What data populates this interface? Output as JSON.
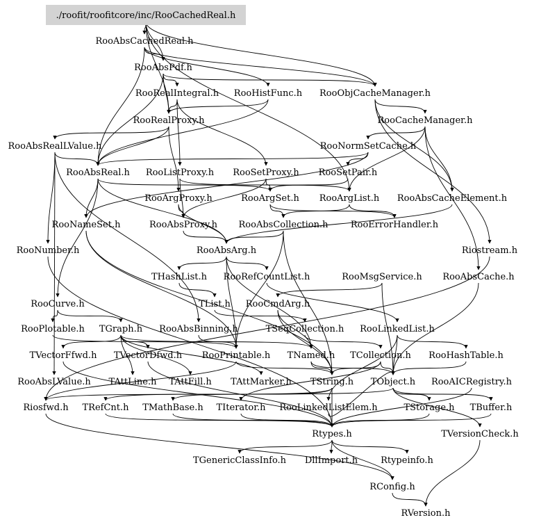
{
  "root": "./roofit/roofitcore/inc/RooCachedReal.h",
  "nodes": [
    {
      "id": "RooAbsCachedReal",
      "label": "RooAbsCachedReal.h"
    },
    {
      "id": "RooAbsPdf",
      "label": "RooAbsPdf.h"
    },
    {
      "id": "RooRealIntegral",
      "label": "RooRealIntegral.h"
    },
    {
      "id": "RooHistFunc",
      "label": "RooHistFunc.h"
    },
    {
      "id": "RooObjCacheManager",
      "label": "RooObjCacheManager.h"
    },
    {
      "id": "RooRealProxy",
      "label": "RooRealProxy.h"
    },
    {
      "id": "RooCacheManager",
      "label": "RooCacheManager.h"
    },
    {
      "id": "RooAbsRealLValue",
      "label": "RooAbsRealLValue.h"
    },
    {
      "id": "RooNormSetCache",
      "label": "RooNormSetCache.h"
    },
    {
      "id": "RooAbsReal",
      "label": "RooAbsReal.h"
    },
    {
      "id": "RooListProxy",
      "label": "RooListProxy.h"
    },
    {
      "id": "RooSetProxy",
      "label": "RooSetProxy.h"
    },
    {
      "id": "RooSetPair",
      "label": "RooSetPair.h"
    },
    {
      "id": "RooArgProxy",
      "label": "RooArgProxy.h"
    },
    {
      "id": "RooArgSet",
      "label": "RooArgSet.h"
    },
    {
      "id": "RooArgList",
      "label": "RooArgList.h"
    },
    {
      "id": "RooAbsCacheElement",
      "label": "RooAbsCacheElement.h"
    },
    {
      "id": "RooNameSet",
      "label": "RooNameSet.h"
    },
    {
      "id": "RooAbsProxy",
      "label": "RooAbsProxy.h"
    },
    {
      "id": "RooAbsCollection",
      "label": "RooAbsCollection.h"
    },
    {
      "id": "RooErrorHandler",
      "label": "RooErrorHandler.h"
    },
    {
      "id": "RooNumber",
      "label": "RooNumber.h"
    },
    {
      "id": "RooAbsArg",
      "label": "RooAbsArg.h"
    },
    {
      "id": "Riostream",
      "label": "Riostream.h"
    },
    {
      "id": "THashList",
      "label": "THashList.h"
    },
    {
      "id": "RooRefCountList",
      "label": "RooRefCountList.h"
    },
    {
      "id": "RooMsgService",
      "label": "RooMsgService.h"
    },
    {
      "id": "RooAbsCache",
      "label": "RooAbsCache.h"
    },
    {
      "id": "RooCurve",
      "label": "RooCurve.h"
    },
    {
      "id": "TList",
      "label": "TList.h"
    },
    {
      "id": "RooCmdArg",
      "label": "RooCmdArg.h"
    },
    {
      "id": "RooPlotable",
      "label": "RooPlotable.h"
    },
    {
      "id": "TGraph",
      "label": "TGraph.h"
    },
    {
      "id": "RooAbsBinning",
      "label": "RooAbsBinning.h"
    },
    {
      "id": "TSeqCollection",
      "label": "TSeqCollection.h"
    },
    {
      "id": "RooLinkedList",
      "label": "RooLinkedList.h"
    },
    {
      "id": "TVectorFfwd",
      "label": "TVectorFfwd.h"
    },
    {
      "id": "TVectorDfwd",
      "label": "TVectorDfwd.h"
    },
    {
      "id": "RooPrintable",
      "label": "RooPrintable.h"
    },
    {
      "id": "TNamed",
      "label": "TNamed.h"
    },
    {
      "id": "TCollection",
      "label": "TCollection.h"
    },
    {
      "id": "RooHashTable",
      "label": "RooHashTable.h"
    },
    {
      "id": "RooAbsLValue",
      "label": "RooAbsLValue.h"
    },
    {
      "id": "TAttLine",
      "label": "TAttLine.h"
    },
    {
      "id": "TAttFill",
      "label": "TAttFill.h"
    },
    {
      "id": "TAttMarker",
      "label": "TAttMarker.h"
    },
    {
      "id": "TString",
      "label": "TString.h"
    },
    {
      "id": "TObject",
      "label": "TObject.h"
    },
    {
      "id": "RooAICRegistry",
      "label": "RooAICRegistry.h"
    },
    {
      "id": "Riosfwd",
      "label": "Riosfwd.h"
    },
    {
      "id": "TRefCnt",
      "label": "TRefCnt.h"
    },
    {
      "id": "TMathBase",
      "label": "TMathBase.h"
    },
    {
      "id": "TIterator",
      "label": "TIterator.h"
    },
    {
      "id": "RooLinkedListElem",
      "label": "RooLinkedListElem.h"
    },
    {
      "id": "TStorage",
      "label": "TStorage.h"
    },
    {
      "id": "TBuffer",
      "label": "TBuffer.h"
    },
    {
      "id": "Rtypes",
      "label": "Rtypes.h"
    },
    {
      "id": "TVersionCheck",
      "label": "TVersionCheck.h"
    },
    {
      "id": "TGenericClassInfo",
      "label": "TGenericClassInfo.h"
    },
    {
      "id": "DllImport",
      "label": "DllImport.h"
    },
    {
      "id": "Rtypeinfo",
      "label": "Rtypeinfo.h"
    },
    {
      "id": "RConfig",
      "label": "RConfig.h"
    },
    {
      "id": "RVersion",
      "label": "RVersion.h"
    }
  ],
  "edges": [
    [
      "root",
      "RooAbsCachedReal"
    ],
    [
      "root",
      "RooAbsPdf"
    ],
    [
      "root",
      "RooRealProxy"
    ],
    [
      "root",
      "RooObjCacheManager"
    ],
    [
      "root",
      "RooArgList"
    ],
    [
      "RooAbsCachedReal",
      "RooAbsPdf"
    ],
    [
      "RooAbsCachedReal",
      "RooObjCacheManager"
    ],
    [
      "RooAbsCachedReal",
      "RooAbsReal"
    ],
    [
      "RooAbsCachedReal",
      "RooHistFunc"
    ],
    [
      "RooAbsPdf",
      "RooRealIntegral"
    ],
    [
      "RooAbsPdf",
      "RooObjCacheManager"
    ],
    [
      "RooAbsPdf",
      "RooAbsReal"
    ],
    [
      "RooAbsPdf",
      "RooRealProxy"
    ],
    [
      "RooRealIntegral",
      "RooRealProxy"
    ],
    [
      "RooRealIntegral",
      "RooListProxy"
    ],
    [
      "RooRealIntegral",
      "RooSetProxy"
    ],
    [
      "RooHistFunc",
      "RooRealProxy"
    ],
    [
      "RooHistFunc",
      "RooAbsReal"
    ],
    [
      "RooObjCacheManager",
      "RooCacheManager"
    ],
    [
      "RooObjCacheManager",
      "RooAbsCacheElement"
    ],
    [
      "RooObjCacheManager",
      "Riostream"
    ],
    [
      "RooRealProxy",
      "RooAbsRealLValue"
    ],
    [
      "RooRealProxy",
      "RooAbsReal"
    ],
    [
      "RooRealProxy",
      "RooArgProxy"
    ],
    [
      "RooCacheManager",
      "RooNormSetCache"
    ],
    [
      "RooCacheManager",
      "RooAbsCache"
    ],
    [
      "RooCacheManager",
      "RooAbsCacheElement"
    ],
    [
      "RooCacheManager",
      "RooArgList"
    ],
    [
      "RooAbsRealLValue",
      "RooAbsReal"
    ],
    [
      "RooAbsRealLValue",
      "RooNumber"
    ],
    [
      "RooAbsRealLValue",
      "RooAbsLValue"
    ],
    [
      "RooAbsRealLValue",
      "RooAbsBinning"
    ],
    [
      "RooNormSetCache",
      "RooSetPair"
    ],
    [
      "RooNormSetCache",
      "RooAbsReal"
    ],
    [
      "RooNormSetCache",
      "RooNameSet"
    ],
    [
      "RooAbsReal",
      "RooAbsArg"
    ],
    [
      "RooAbsReal",
      "RooCurve"
    ],
    [
      "RooAbsReal",
      "RooArgSet"
    ],
    [
      "RooAbsReal",
      "RooNameSet"
    ],
    [
      "RooListProxy",
      "RooArgList"
    ],
    [
      "RooListProxy",
      "RooAbsProxy"
    ],
    [
      "RooSetProxy",
      "RooArgSet"
    ],
    [
      "RooSetProxy",
      "RooAbsProxy"
    ],
    [
      "RooSetPair",
      "RooArgSet"
    ],
    [
      "RooArgProxy",
      "RooAbsProxy"
    ],
    [
      "RooArgProxy",
      "RooAbsArg"
    ],
    [
      "RooArgSet",
      "RooAbsCollection"
    ],
    [
      "RooArgSet",
      "RooErrorHandler"
    ],
    [
      "RooArgList",
      "RooAbsCollection"
    ],
    [
      "RooArgList",
      "RooErrorHandler"
    ],
    [
      "RooAbsCacheElement",
      "RooAbsArg"
    ],
    [
      "RooNameSet",
      "RooPrintable"
    ],
    [
      "RooNameSet",
      "TString"
    ],
    [
      "RooAbsProxy",
      "RooAbsArg"
    ],
    [
      "RooAbsCollection",
      "RooAbsArg"
    ],
    [
      "RooAbsCollection",
      "RooPrintable"
    ],
    [
      "RooAbsCollection",
      "TString"
    ],
    [
      "RooNumber",
      "Rtypes"
    ],
    [
      "RooAbsArg",
      "THashList"
    ],
    [
      "RooAbsArg",
      "RooRefCountList"
    ],
    [
      "RooAbsArg",
      "RooPrintable"
    ],
    [
      "RooAbsArg",
      "TNamed"
    ],
    [
      "Riostream",
      "Riosfwd"
    ],
    [
      "THashList",
      "TList"
    ],
    [
      "RooRefCountList",
      "RooLinkedList"
    ],
    [
      "RooMsgService",
      "RooCmdArg"
    ],
    [
      "RooMsgService",
      "TObject"
    ],
    [
      "RooAbsCache",
      "TObject"
    ],
    [
      "RooCurve",
      "TGraph"
    ],
    [
      "RooCurve",
      "RooPlotable"
    ],
    [
      "TList",
      "TSeqCollection"
    ],
    [
      "RooCmdArg",
      "TNamed"
    ],
    [
      "RooCmdArg",
      "TString"
    ],
    [
      "RooPlotable",
      "RooPrintable"
    ],
    [
      "TGraph",
      "TNamed"
    ],
    [
      "TGraph",
      "TAttLine"
    ],
    [
      "TGraph",
      "TAttFill"
    ],
    [
      "TGraph",
      "TAttMarker"
    ],
    [
      "TGraph",
      "TVectorFfwd"
    ],
    [
      "TGraph",
      "TVectorDfwd"
    ],
    [
      "RooAbsBinning",
      "RooPrintable"
    ],
    [
      "TSeqCollection",
      "TCollection"
    ],
    [
      "RooLinkedList",
      "RooHashTable"
    ],
    [
      "RooLinkedList",
      "RooLinkedListElem"
    ],
    [
      "RooLinkedList",
      "TObject"
    ],
    [
      "TVectorFfwd",
      "Rtypes"
    ],
    [
      "TVectorDfwd",
      "Rtypes"
    ],
    [
      "RooPrintable",
      "Riosfwd"
    ],
    [
      "RooPrintable",
      "TString"
    ],
    [
      "TNamed",
      "TString"
    ],
    [
      "TNamed",
      "TObject"
    ],
    [
      "TCollection",
      "TObject"
    ],
    [
      "TCollection",
      "TIterator"
    ],
    [
      "TCollection",
      "TString"
    ],
    [
      "RooHashTable",
      "TObject"
    ],
    [
      "TString",
      "TRefCnt"
    ],
    [
      "TString",
      "TMathBase"
    ],
    [
      "TString",
      "Rtypes"
    ],
    [
      "TObject",
      "TStorage"
    ],
    [
      "TObject",
      "TBuffer"
    ],
    [
      "TObject",
      "TVersionCheck"
    ],
    [
      "TObject",
      "Riosfwd"
    ],
    [
      "RooAICRegistry",
      "Rtypes"
    ],
    [
      "TIterator",
      "Rtypes"
    ],
    [
      "TStorage",
      "Rtypes"
    ],
    [
      "TBuffer",
      "Rtypes"
    ],
    [
      "TRefCnt",
      "Rtypes"
    ],
    [
      "TMathBase",
      "Rtypes"
    ],
    [
      "RooLinkedListElem",
      "TObject"
    ],
    [
      "TVersionCheck",
      "RVersion"
    ],
    [
      "Rtypes",
      "RConfig"
    ],
    [
      "Rtypes",
      "TGenericClassInfo"
    ],
    [
      "Rtypes",
      "DllImport"
    ],
    [
      "Rtypes",
      "Rtypeinfo"
    ],
    [
      "Riosfwd",
      "RConfig"
    ],
    [
      "RConfig",
      "RVersion"
    ]
  ]
}
